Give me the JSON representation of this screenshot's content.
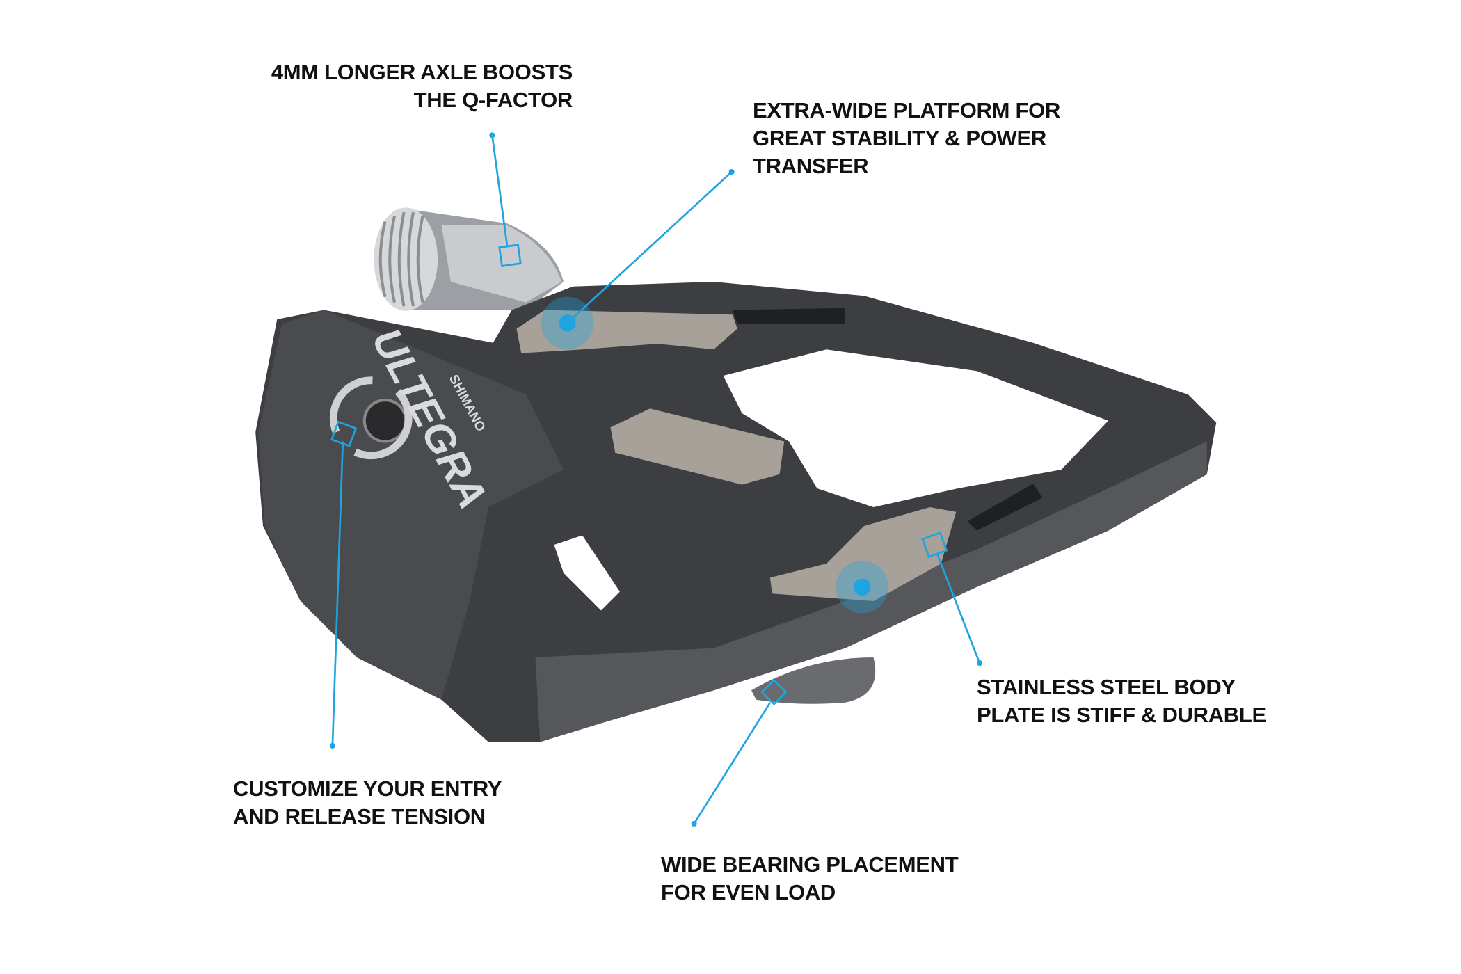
{
  "callouts": {
    "axle": {
      "lines": [
        "4MM LONGER AXLE BOOSTS",
        "THE Q-FACTOR"
      ]
    },
    "platform": {
      "lines": [
        "EXTRA-WIDE PLATFORM FOR",
        "GREAT STABILITY & POWER",
        "TRANSFER"
      ]
    },
    "steel_plate": {
      "lines": [
        "STAINLESS STEEL BODY",
        "PLATE IS STIFF & DURABLE"
      ]
    },
    "tension": {
      "lines": [
        "CUSTOMIZE YOUR ENTRY",
        "AND RELEASE TENSION"
      ]
    },
    "bearing": {
      "lines": [
        "WIDE BEARING PLACEMENT",
        "FOR EVEN LOAD"
      ]
    }
  },
  "product_logo": {
    "brand": "SHIMANO",
    "model": "ULTEGRA"
  },
  "colors": {
    "accent": "#1ea4e0",
    "body": "#3d3e41",
    "plate": "#a7a199",
    "text": "#111111"
  }
}
